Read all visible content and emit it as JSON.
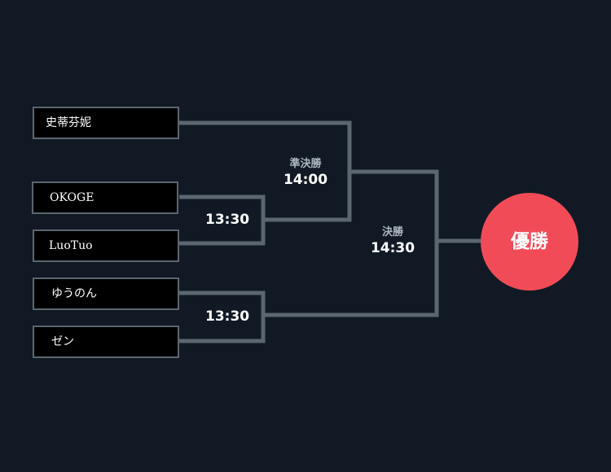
{
  "players": [
    "史蒂芬妮",
    "OKOGE",
    "LuoTuo",
    "ゆうのん",
    "ゼン"
  ],
  "matches": {
    "first_round_upper_time": "13:30",
    "first_round_lower_time": "13:30",
    "semifinal": {
      "name": "準決勝",
      "time": "14:00"
    },
    "final": {
      "name": "決勝",
      "time": "14:30"
    }
  },
  "champion": {
    "label": "優勝"
  },
  "colors": {
    "background": "#111a24",
    "box_fill": "#000000",
    "box_border": "#5b6670",
    "line": "#5b6670",
    "champion_fill": "#f24b58",
    "text": "#ffffff",
    "round_name_text": "#aeb7c0"
  }
}
